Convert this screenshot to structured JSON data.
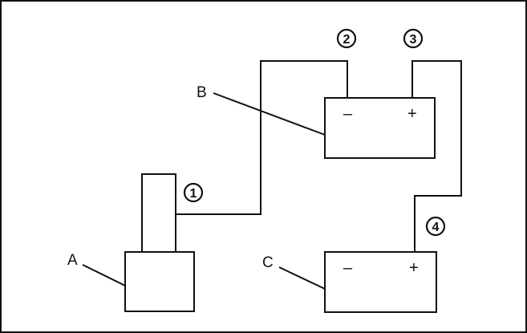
{
  "components": {
    "A": {
      "label": "A"
    },
    "B": {
      "label": "B",
      "negative": "–",
      "positive": "+"
    },
    "C": {
      "label": "C",
      "negative": "–",
      "positive": "+"
    }
  },
  "callouts": [
    "1",
    "2",
    "3",
    "4"
  ],
  "colors": {
    "line": "#111111",
    "background": "#ffffff"
  }
}
